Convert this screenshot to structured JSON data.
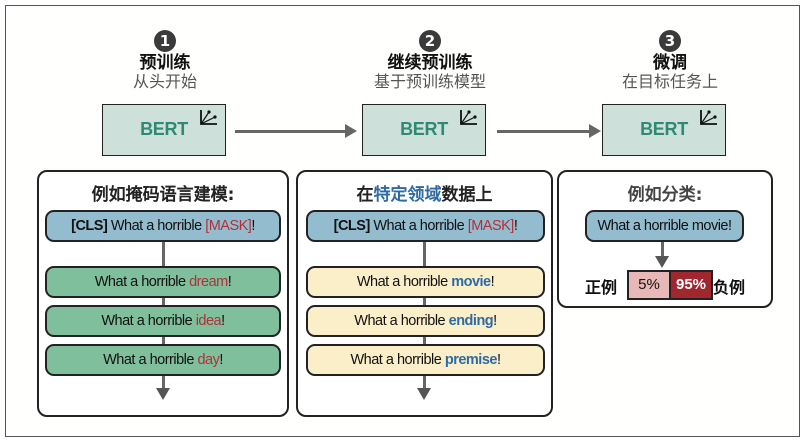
{
  "stages": [
    {
      "number": "1",
      "title": "预训练",
      "subtitle": "从头开始",
      "model": "BERT",
      "icon": "weights-icon"
    },
    {
      "number": "2",
      "title": "继续预训练",
      "subtitle": "基于预训练模型",
      "model": "BERT",
      "icon": "weights-icon"
    },
    {
      "number": "3",
      "title": "微调",
      "subtitle": "在目标任务上",
      "model": "BERT",
      "icon": "weights-icon"
    }
  ],
  "panels": {
    "mlm": {
      "title": "例如掩码语言建模:",
      "input": {
        "prefix": "[CLS]",
        "text": " What a horrible ",
        "mask": "[MASK]",
        "suffix": "!"
      },
      "outputs": [
        {
          "text": "What a horrible ",
          "word": "dream",
          "suffix": "!"
        },
        {
          "text": "What a horrible ",
          "word": "idea",
          "suffix": "!"
        },
        {
          "text": "What a horrible ",
          "word": "day",
          "suffix": "!"
        }
      ]
    },
    "domain": {
      "title_pre": "在",
      "title_highlight": "特定领域",
      "title_post": "数据上",
      "input": {
        "prefix": "[CLS]",
        "text": " What a horrible ",
        "mask": "[MASK]",
        "suffix": "!"
      },
      "outputs": [
        {
          "text": "What a horrible ",
          "word": "movie",
          "suffix": "!"
        },
        {
          "text": "What a horrible ",
          "word": "ending",
          "suffix": "!"
        },
        {
          "text": "What a horrible ",
          "word": "premise",
          "suffix": "!"
        }
      ]
    },
    "classification": {
      "title": "例如分类:",
      "input": "What a horrible movie!",
      "positive_label": "正例",
      "negative_label": "负例",
      "positive_score": "5%",
      "negative_score": "95%"
    }
  },
  "colors": {
    "bert_fill": "#cde0d9",
    "bert_text": "#2e8a74",
    "input_fill": "#94bccf",
    "mlm_output_fill": "#7fbf9b",
    "domain_output_fill": "#fbefc9",
    "mask_word": "#b0303a",
    "domain_word": "#2f6aa3",
    "positive_fill": "#e7b8b5",
    "negative_fill": "#a0262f"
  }
}
